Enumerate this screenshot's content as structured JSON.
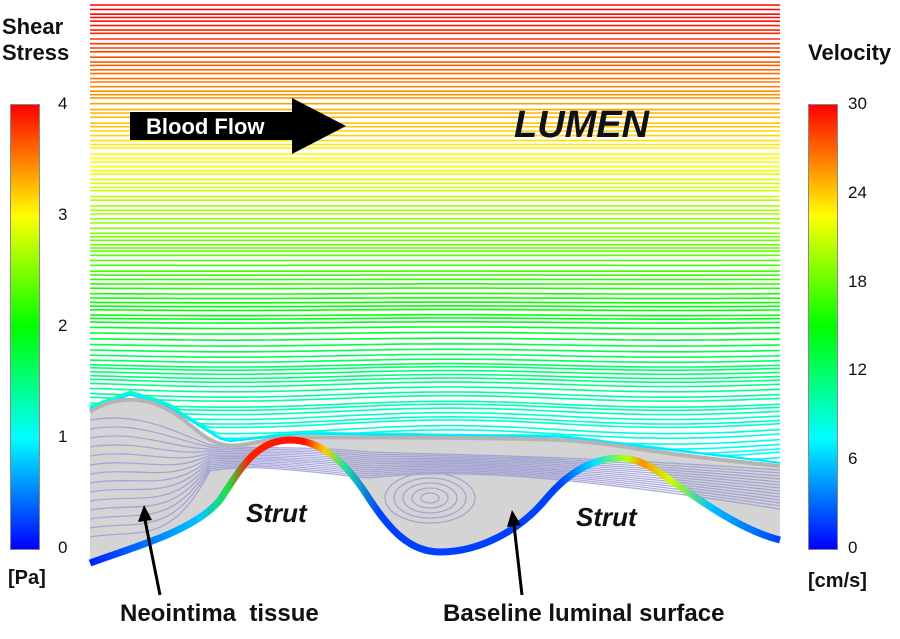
{
  "left_colorbar": {
    "title_line1": "Shear",
    "title_line2": "Stress",
    "unit": "[Pa]",
    "ticks": [
      "0",
      "1",
      "2",
      "3",
      "4"
    ],
    "min": 0,
    "max": 4
  },
  "right_colorbar": {
    "title": "Velocity",
    "unit": "[cm/s]",
    "ticks": [
      "0",
      "6",
      "12",
      "18",
      "24",
      "30"
    ],
    "min": 0,
    "max": 30
  },
  "colormap": [
    "#0000ff",
    "#00ffff",
    "#00ff00",
    "#ffff00",
    "#ff0000"
  ],
  "labels": {
    "blood_flow": "Blood Flow",
    "lumen": "LUMEN",
    "strut_1": "Strut",
    "strut_2": "Strut",
    "neointima": "Neointima  tissue",
    "baseline": "Baseline luminal surface"
  },
  "colors": {
    "neointima_fill": "#d4d4d4",
    "recirculation_lines": "#9a9ad6",
    "arrow": "#000000"
  }
}
